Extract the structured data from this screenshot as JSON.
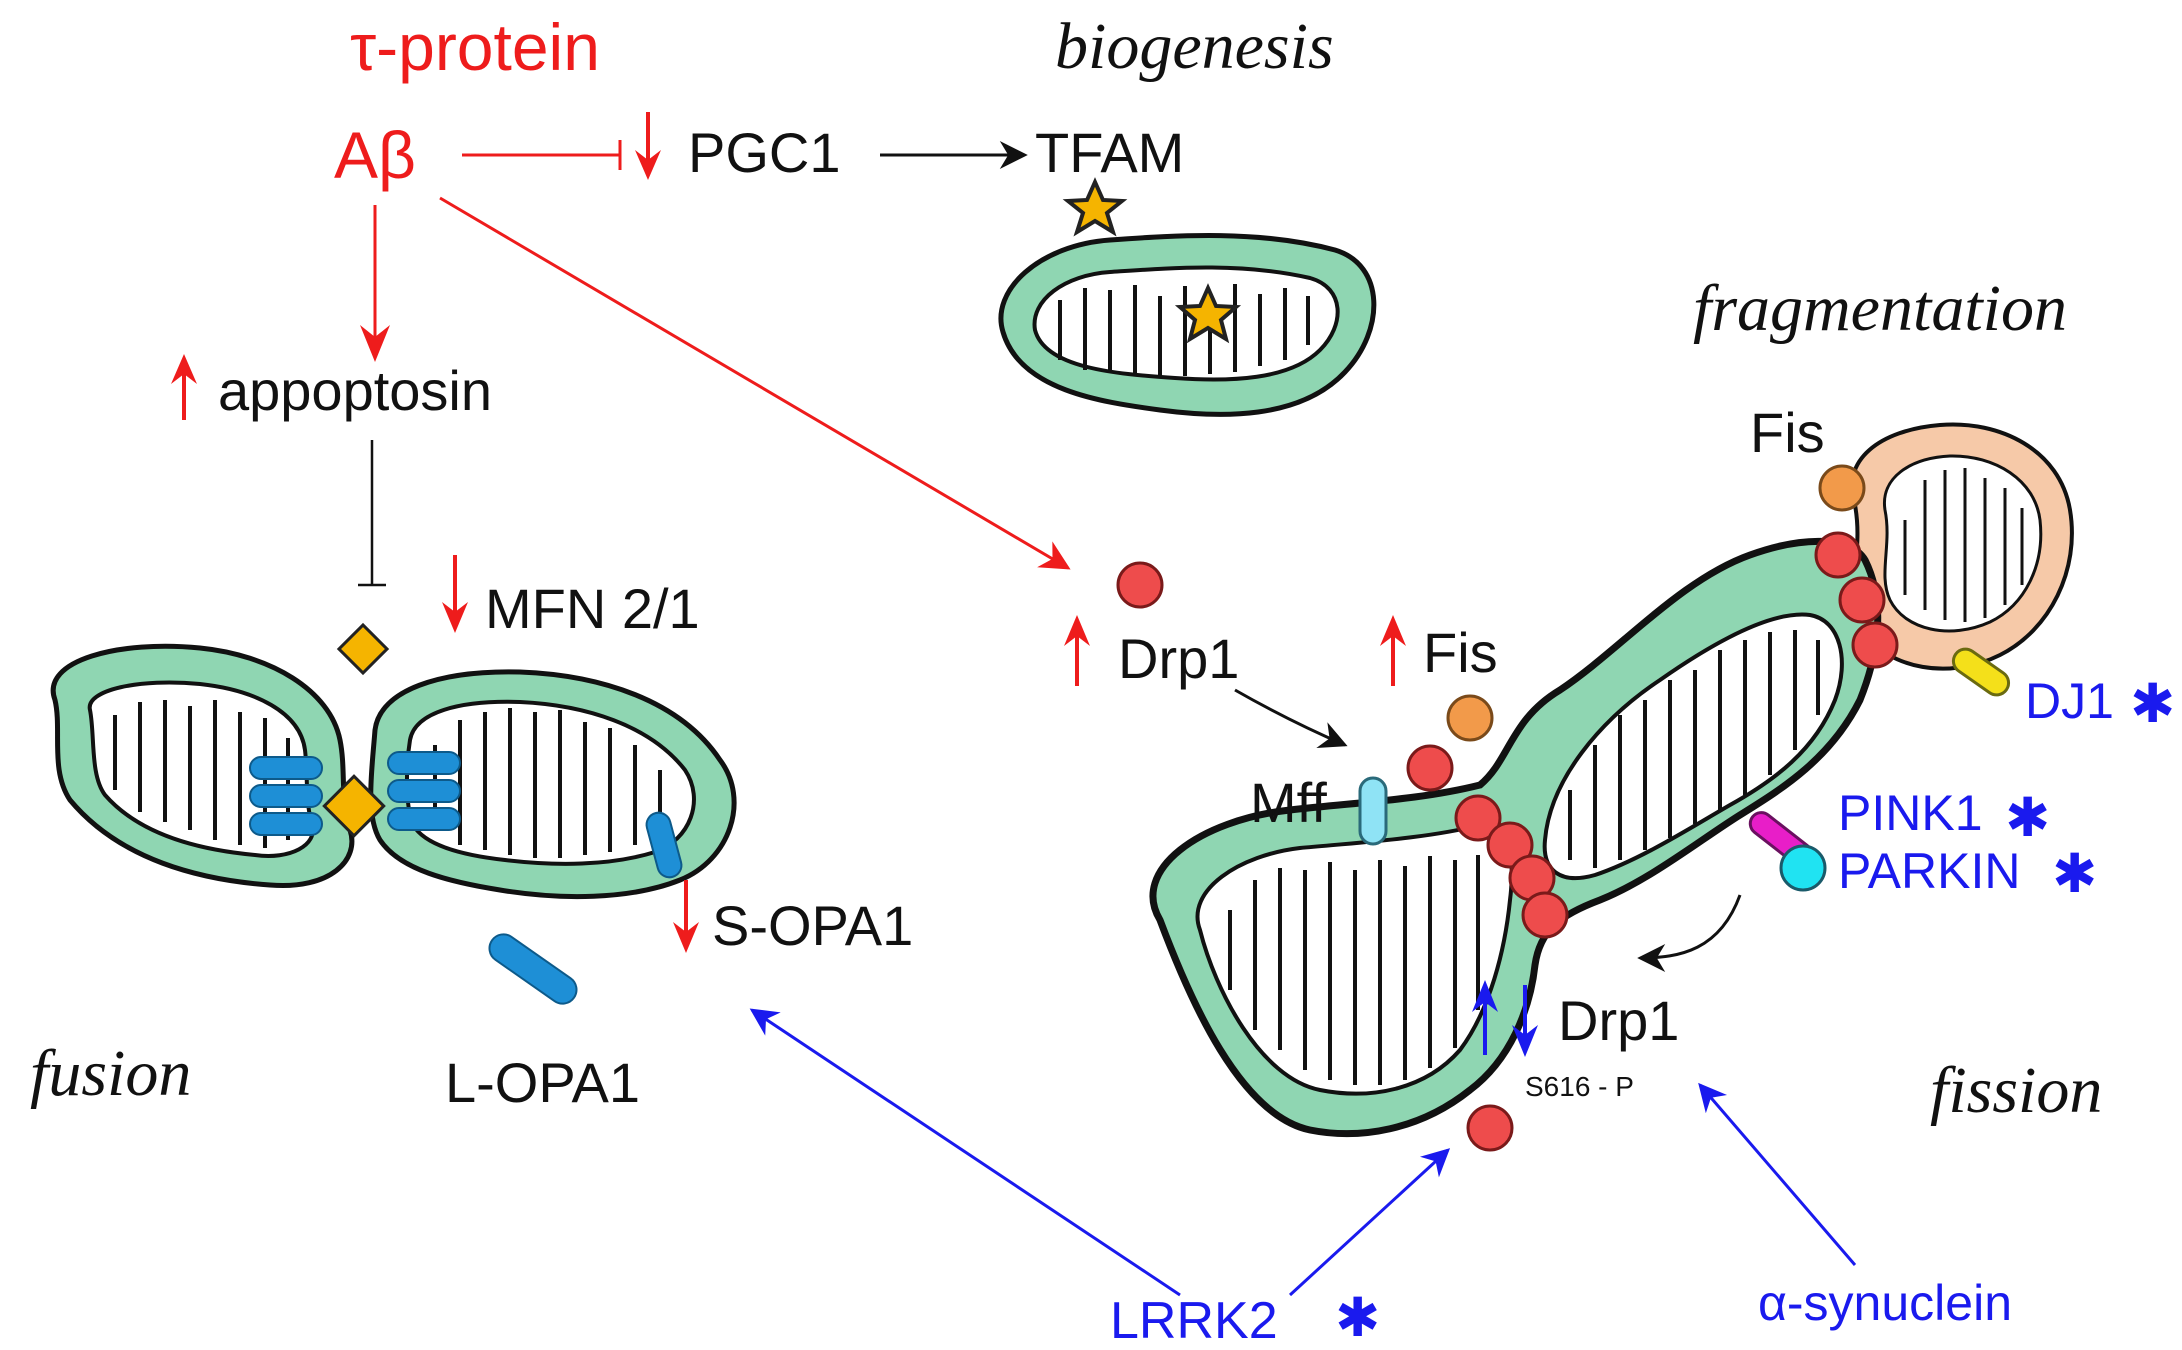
{
  "colors": {
    "red": "#ee1c1c",
    "blue": "#1a1aee",
    "black": "#111111",
    "mito_green": "#8fd6b2",
    "mito_peach": "#f6c9a8",
    "drp1_red": "#ee4c4c",
    "fis_orange": "#f29a4a",
    "opa_blue": "#1e8fd6",
    "mfn_yellow": "#f5b400",
    "mff_cyan": "#8fe3f5",
    "pink1_magenta": "#e81ec8",
    "parkin_cyan": "#20e3f2",
    "dj1_yellow": "#f4e01a"
  },
  "labels": {
    "tau_protein": "τ-protein",
    "abeta": "Aβ",
    "pgc1": "PGC1",
    "tfam": "TFAM",
    "biogenesis": "biogenesis",
    "fragmentation": "fragmentation",
    "appoptosin": "appoptosin",
    "mfn": "MFN 2/1",
    "s_opa1": "S-OPA1",
    "l_opa1": "L-OPA1",
    "fusion": "fusion",
    "drp1_top": "Drp1",
    "fis_left": "Fis",
    "fis_top": "Fis",
    "mff": "Mff",
    "dj1": "DJ1",
    "pink1": "PINK1",
    "parkin": "PARKIN",
    "drp1_bottom": "Drp1",
    "s616": "S616 - P",
    "fission": "fission",
    "lrrk2": "LRRK2",
    "asyn": "α-synuclein",
    "asterisk": "✱"
  }
}
